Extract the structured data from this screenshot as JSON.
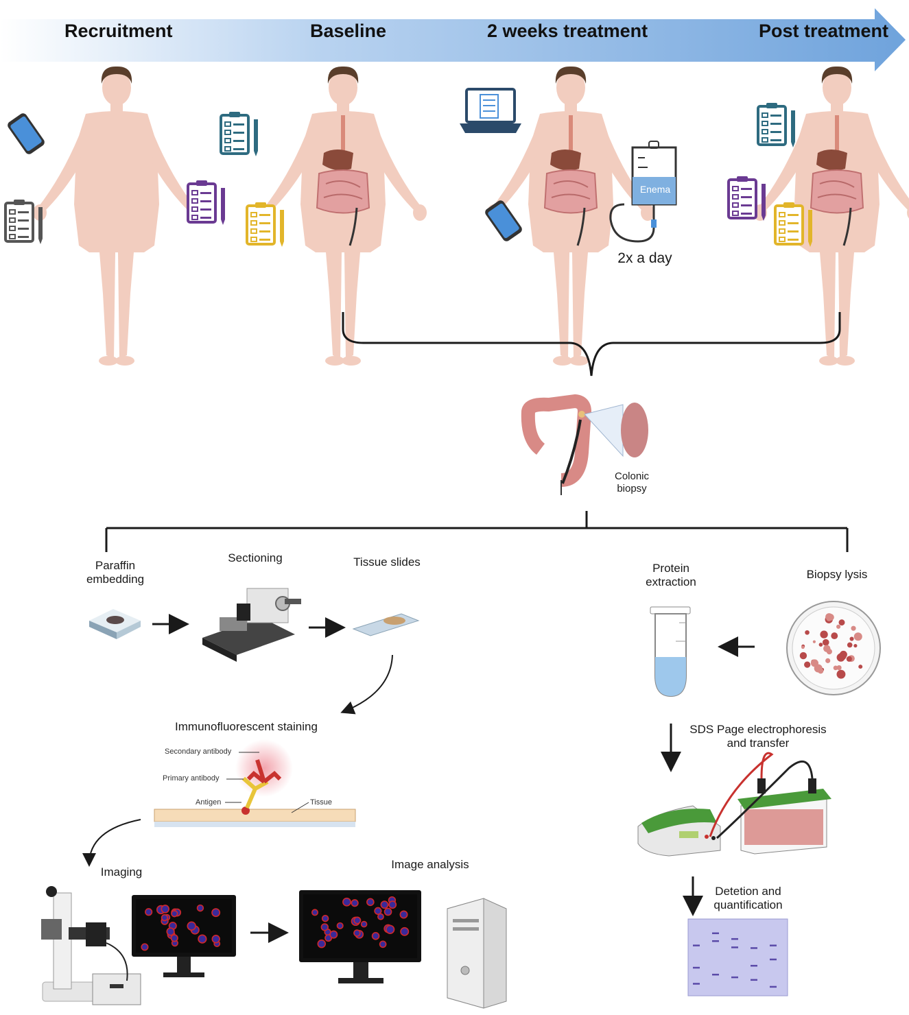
{
  "timeline": {
    "stages": [
      "Recruitment",
      "Baseline",
      "2 weeks treatment",
      "Post treatment"
    ]
  },
  "enema": {
    "bag_label": "Enema",
    "frequency": "2x a day"
  },
  "biopsy": {
    "label": "Colonic\nbiopsy"
  },
  "histology": {
    "paraffin": "Paraffin\nembedding",
    "sectioning": "Sectioning",
    "slides": "Tissue slides",
    "staining": "Immunofluorescent staining",
    "imaging": "Imaging",
    "analysis": "Image analysis"
  },
  "antibody_labels": {
    "secondary": "Secondary antibody",
    "primary": "Primary antibody",
    "antigen": "Antigen",
    "tissue": "Tissue"
  },
  "protein": {
    "lysis": "Biopsy lysis",
    "extraction": "Protein\nextraction",
    "sds": "SDS Page electrophoresis\nand transfer",
    "detection": "Detetion and\nquantification"
  },
  "colors": {
    "arrow_start": "#ffffff",
    "arrow_end": "#6fa3dc",
    "skin": "#f2cdbf",
    "hair": "#5a3e2b",
    "clipboard_teal": "#2e6b80",
    "clipboard_purple": "#6a3a92",
    "clipboard_yellow": "#e2b52a",
    "clipboard_gray": "#555555",
    "phone_blue": "#4a90d9",
    "antibody_red": "#c8322f",
    "antibody_yellow": "#e8c53a",
    "gel_purple": "#c8c8ee",
    "machine_green": "#4a9a3a"
  }
}
